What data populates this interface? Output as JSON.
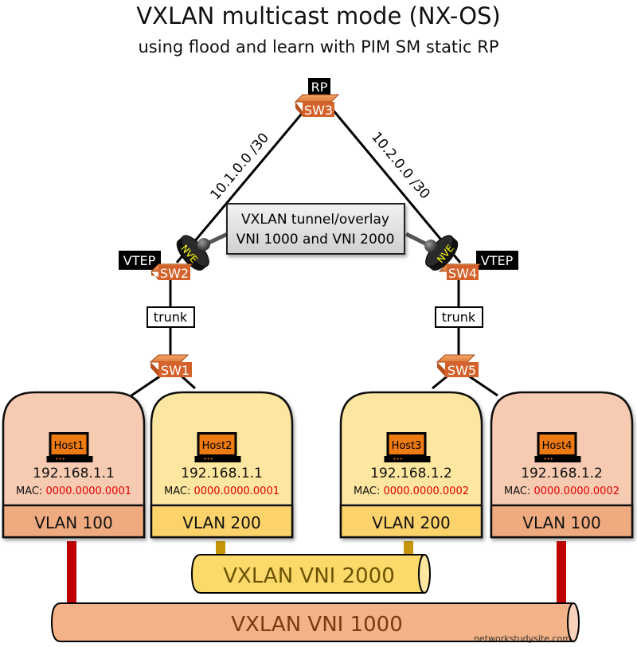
{
  "title": "VXLAN multicast mode (NX-OS)",
  "subtitle": "using flood and learn with PIM SM static RP",
  "colors": {
    "orange_switch": "#d4622a",
    "vlan100_fill": "#f6cbb1",
    "vlan100_bar": "#f0aa80",
    "vlan200_fill": "#fde69f",
    "vlan200_bar": "#fbd36a",
    "mac_red": "#e00000",
    "vni1000_link": "#c00000",
    "vni2000_link": "#c8960a",
    "vni1000_text": "#7a3a10",
    "vni2000_text": "#6b5200",
    "nve_text": "#ffff00"
  },
  "switches": {
    "sw3": {
      "label": "SW3",
      "badge": "RP"
    },
    "sw2": {
      "label": "SW2",
      "badge": "VTEP",
      "nve": "NVE"
    },
    "sw4": {
      "label": "SW4",
      "badge": "VTEP",
      "nve": "NVE"
    },
    "sw1": {
      "label": "SW1"
    },
    "sw5": {
      "label": "SW5"
    }
  },
  "links": {
    "left_subnet": "10.1.0.0 /30",
    "right_subnet": "10.2.0.0 /30",
    "left_trunk": "trunk",
    "right_trunk": "trunk"
  },
  "tunnel": {
    "line1": "VXLAN tunnel/overlay",
    "line2": "VNI 1000 and VNI 2000"
  },
  "hosts": [
    {
      "name": "Host1",
      "ip": "192.168.1.1",
      "mac_label": "MAC:",
      "mac": "0000.0000.0001",
      "vlan": "VLAN 100"
    },
    {
      "name": "Host2",
      "ip": "192.168.1.1",
      "mac_label": "MAC:",
      "mac": "0000.0000.0001",
      "vlan": "VLAN 200"
    },
    {
      "name": "Host3",
      "ip": "192.168.1.2",
      "mac_label": "MAC:",
      "mac": "0000.0000.0002",
      "vlan": "VLAN 200"
    },
    {
      "name": "Host4",
      "ip": "192.168.1.2",
      "mac_label": "MAC:",
      "mac": "0000.0000.0002",
      "vlan": "VLAN 100"
    }
  ],
  "vnis": {
    "vni2000": "VXLAN VNI 2000",
    "vni1000": "VXLAN VNI 1000"
  },
  "watermark": "networkstudysite.com"
}
